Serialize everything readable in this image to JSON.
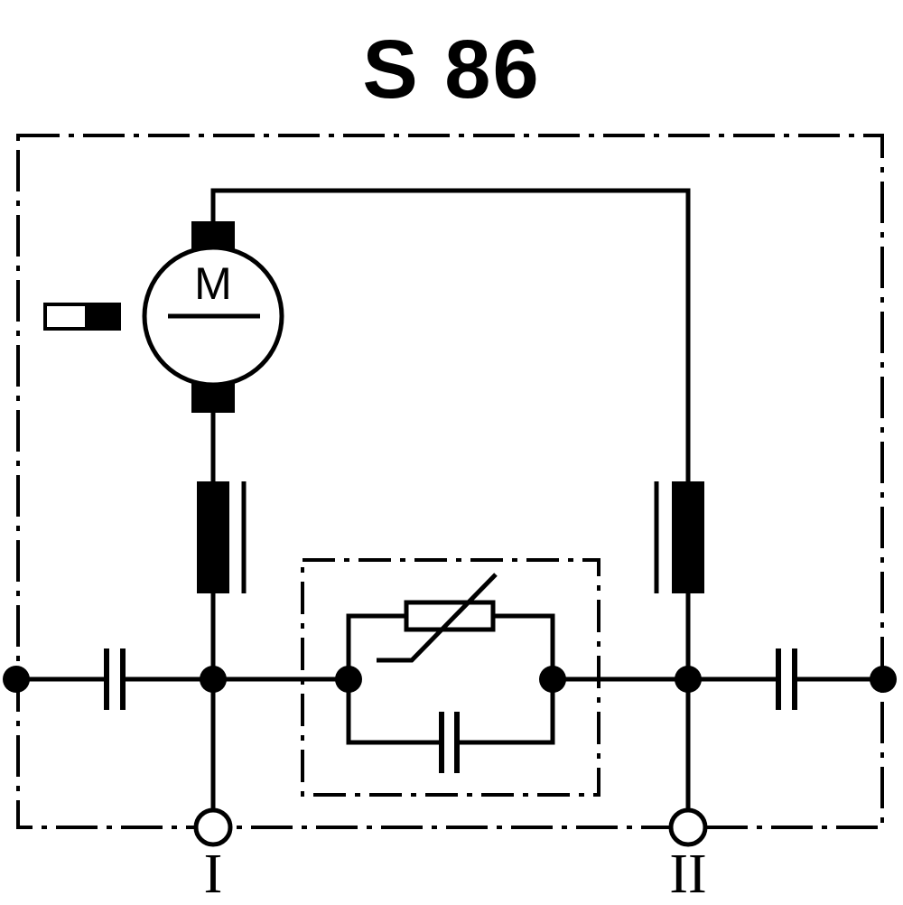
{
  "title": "S 86",
  "motor": {
    "letter": "M"
  },
  "terminals": {
    "left": "I",
    "right": "II"
  },
  "colors": {
    "ink": "#000000",
    "background": "#ffffff"
  }
}
